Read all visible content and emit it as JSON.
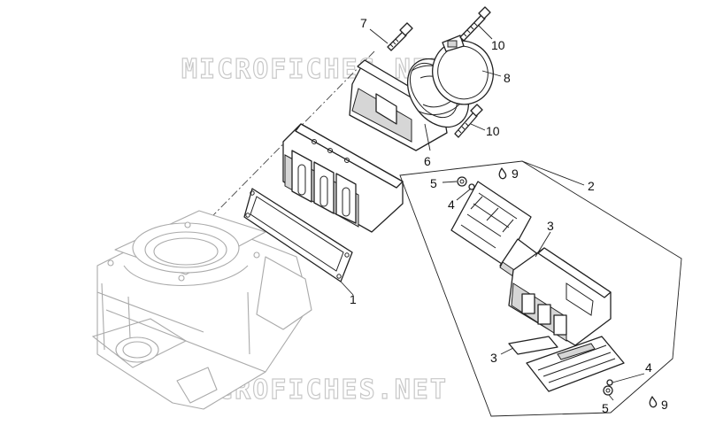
{
  "watermark": {
    "text": "MICROFICHES.NET"
  },
  "callouts": [
    {
      "id": "1",
      "text": "1"
    },
    {
      "id": "2",
      "text": "2"
    },
    {
      "id": "3a",
      "text": "3"
    },
    {
      "id": "3b",
      "text": "3"
    },
    {
      "id": "4a",
      "text": "4"
    },
    {
      "id": "4b",
      "text": "4"
    },
    {
      "id": "5a",
      "text": "5"
    },
    {
      "id": "5b",
      "text": "5"
    },
    {
      "id": "6",
      "text": "6"
    },
    {
      "id": "7",
      "text": "7"
    },
    {
      "id": "8",
      "text": "8"
    },
    {
      "id": "9a",
      "text": "9"
    },
    {
      "id": "9b",
      "text": "9"
    },
    {
      "id": "10a",
      "text": "10"
    },
    {
      "id": "10b",
      "text": "10"
    }
  ]
}
